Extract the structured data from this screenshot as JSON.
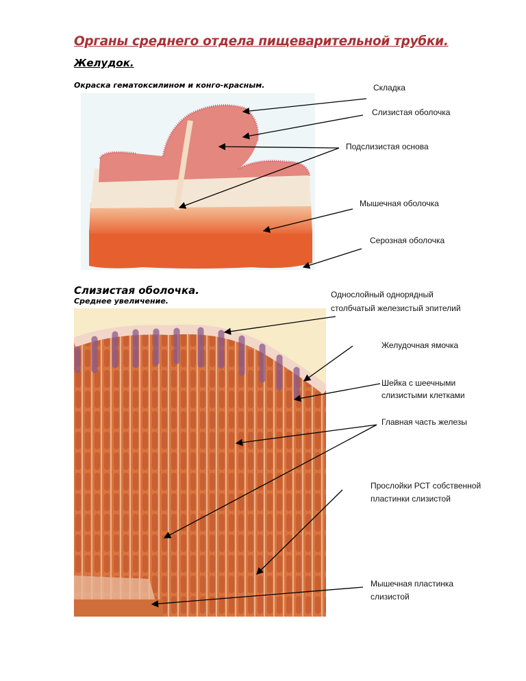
{
  "title": "Органы среднего отдела пищеварительной трубки.",
  "section1": {
    "heading": "Желудок.",
    "stain": "Окраска гематоксилином и конго-красным.",
    "labels": {
      "fold": "Складка",
      "mucosa": "Слизистая оболочка",
      "submucosa": "Подслизистая основа",
      "muscularis": "Мышечная оболочка",
      "serosa": "Серозная оболочка"
    }
  },
  "section2": {
    "heading": "Слизистая оболочка.",
    "magnification": "Среднее увеличение.",
    "labels": {
      "epithelium_1": "Однослойный однорядный",
      "epithelium_2": "столбчатый железистый эпителий",
      "pit": "Желудочная ямочка",
      "neck_1": "Шейка с шеечными",
      "neck_2": "слизистыми клетками",
      "main_part": "Главная часть железы",
      "lamina_1": "Прослойки РСТ собственной",
      "lamina_2": "пластинки слизистой",
      "muscularis_1": "Мышечная пластинка",
      "muscularis_2": "слизистой"
    }
  }
}
